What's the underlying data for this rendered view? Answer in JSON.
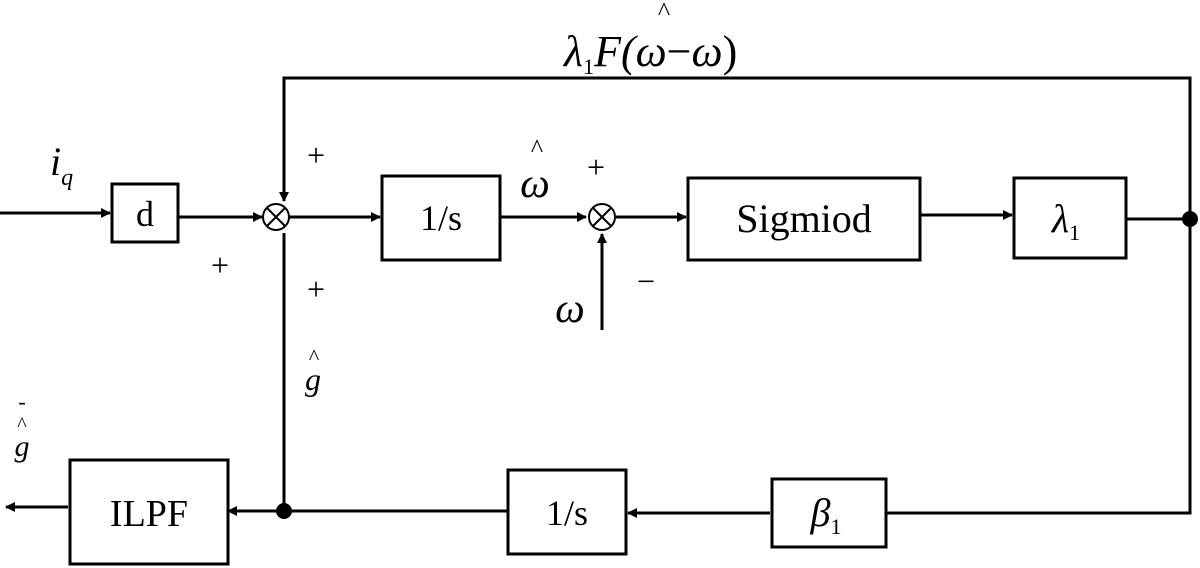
{
  "blocks": {
    "d": "d",
    "integrator_top": "1/s",
    "sigmoid": "Sigmiod",
    "lambda": "λ",
    "lambda_sub": "1",
    "beta": "β",
    "beta_sub": "1",
    "integrator_bottom": "1/s",
    "ilpf": "ILPF"
  },
  "signals": {
    "input": "i",
    "input_sub": "q",
    "omega_hat": "ω",
    "hat_mark": "^",
    "omega": "ω",
    "g_hat": "g",
    "g_bar_hat": "g",
    "bar_mark": "-"
  },
  "feedback_label": {
    "lambda": "λ",
    "lambda_sub": "1",
    "func": "F(",
    "omega_hat": "ω",
    "minus": "−",
    "omega": "ω",
    "close": ")"
  },
  "signs": {
    "sum1_left": "+",
    "sum1_top": "+",
    "sum1_bottom": "+",
    "sum2_top": "+",
    "sum2_bottom": "−"
  }
}
